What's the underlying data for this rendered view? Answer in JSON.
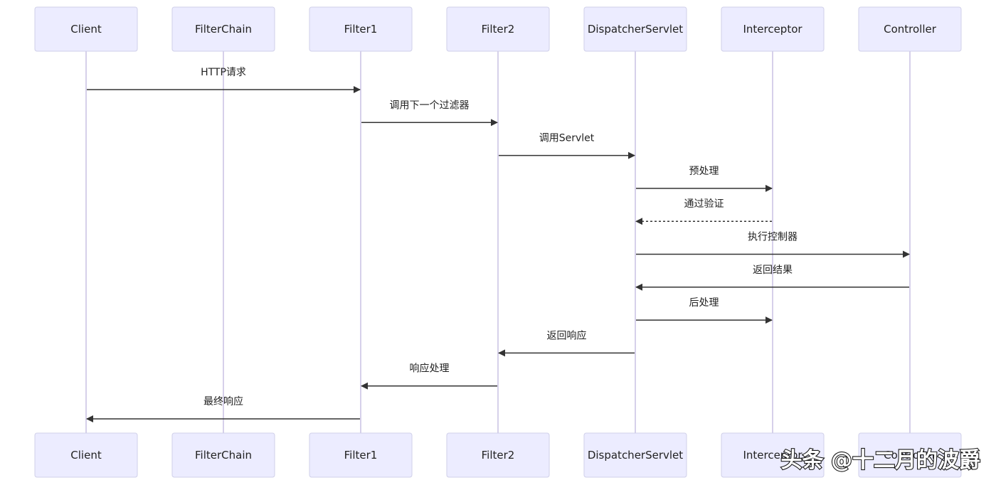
{
  "participants": [
    {
      "id": "client",
      "label": "Client"
    },
    {
      "id": "filterchain",
      "label": "FilterChain"
    },
    {
      "id": "filter1",
      "label": "Filter1"
    },
    {
      "id": "filter2",
      "label": "Filter2"
    },
    {
      "id": "dispatcher",
      "label": "DispatcherServlet"
    },
    {
      "id": "interceptor",
      "label": "Interceptor"
    },
    {
      "id": "controller",
      "label": "Controller"
    }
  ],
  "messages": [
    {
      "from": 0,
      "to": 2,
      "label": "HTTP请求",
      "style": "solid"
    },
    {
      "from": 2,
      "to": 3,
      "label": "调用下一个过滤器",
      "style": "solid"
    },
    {
      "from": 3,
      "to": 4,
      "label": "调用Servlet",
      "style": "solid"
    },
    {
      "from": 4,
      "to": 5,
      "label": "预处理",
      "style": "solid"
    },
    {
      "from": 5,
      "to": 4,
      "label": "通过验证",
      "style": "dashed"
    },
    {
      "from": 4,
      "to": 6,
      "label": "执行控制器",
      "style": "solid"
    },
    {
      "from": 6,
      "to": 4,
      "label": "返回结果",
      "style": "solid"
    },
    {
      "from": 4,
      "to": 5,
      "label": "后处理",
      "style": "solid"
    },
    {
      "from": 4,
      "to": 3,
      "label": "返回响应",
      "style": "solid"
    },
    {
      "from": 3,
      "to": 2,
      "label": "响应处理",
      "style": "solid"
    },
    {
      "from": 2,
      "to": 0,
      "label": "最终响应",
      "style": "solid"
    }
  ],
  "watermark": "头条 @十二月的波爵",
  "colors": {
    "actor_fill": "#ececff",
    "actor_border": "#cfcfe8",
    "lifeline": "#d6d0ea",
    "arrow": "#333333"
  }
}
